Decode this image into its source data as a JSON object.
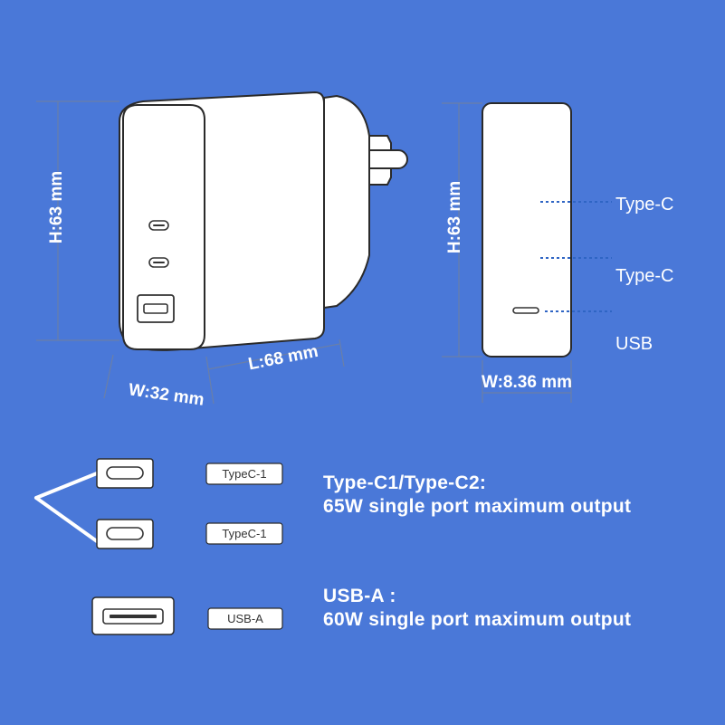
{
  "dimensions": {
    "front_height": "H:63 mm",
    "front_length": "L:68 mm",
    "front_width": "W:32 mm",
    "side_height": "H:63 mm",
    "side_width": "W:8.36 mm"
  },
  "side_ports": [
    {
      "label": "Type-C"
    },
    {
      "label": "Type-C"
    },
    {
      "label": "USB"
    }
  ],
  "legend": {
    "typec_1_badge": "TypeC-1",
    "typec_2_badge": "TypeC-1",
    "usba_badge": "USB-A",
    "typec_title": "Type-C1/Type-C2:",
    "typec_detail": "65W single port maximum output",
    "usba_title": "USB-A :",
    "usba_detail": "60W single port maximum output"
  },
  "colors": {
    "background": "#4a78d8",
    "device": "#ffffff",
    "outline": "#2a2a2a",
    "dim_line": "#6a7fa8",
    "callout": "#2f65c4"
  }
}
